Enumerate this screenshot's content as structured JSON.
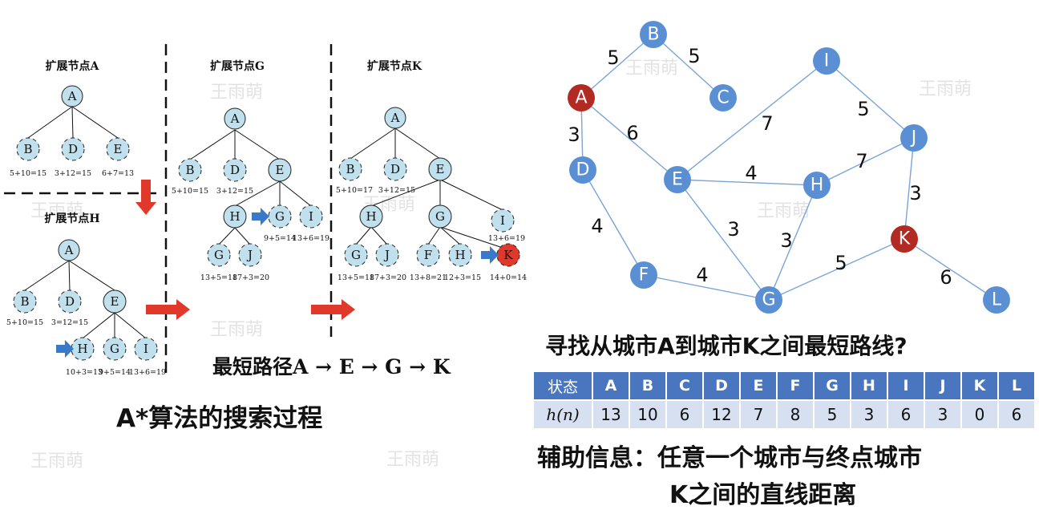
{
  "left_panel": {
    "step_titles": {
      "expand_a": "扩展节点A",
      "expand_h": "扩展节点H",
      "expand_g": "扩展节点G",
      "expand_k": "扩展节点K"
    },
    "trees": {
      "t1": {
        "values": [
          "5+10=15",
          "3+12=15",
          "6+7=13"
        ]
      },
      "t2": {
        "values": [
          "5+10=15",
          "3=12=15",
          "10+3=13",
          "9+5=14",
          "13+6=19"
        ]
      },
      "t3": {
        "values": [
          "5+10=15",
          "3+12=15",
          "9+5=14",
          "13+6=19",
          "13+5=18",
          "17+3=20"
        ]
      },
      "t4": {
        "values": [
          "5+10=17",
          "3+12=15",
          "13+6=19",
          "13+5=18",
          "17+3=20",
          "13+8=21",
          "12+3=15",
          "14+0=14"
        ]
      }
    },
    "shortest_path": "最短路径A → E → G → K",
    "caption": "A*算法的搜索过程"
  },
  "right_panel": {
    "question": "寻找从城市A到城市K之间最短路线?",
    "table": {
      "header_label": "状态",
      "row_label": "h(n)",
      "cities": [
        "A",
        "B",
        "C",
        "D",
        "E",
        "F",
        "G",
        "H",
        "I",
        "J",
        "K",
        "L"
      ],
      "h_values": [
        "13",
        "10",
        "6",
        "12",
        "7",
        "8",
        "5",
        "3",
        "6",
        "3",
        "0",
        "6"
      ]
    },
    "aux_info_line1": "辅助信息：任意一个城市与终点城市",
    "aux_info_line2": "K之间的直线距离"
  },
  "graph": {
    "nodes": [
      "A",
      "B",
      "C",
      "D",
      "E",
      "F",
      "G",
      "H",
      "I",
      "J",
      "K",
      "L"
    ],
    "highlighted": [
      "A",
      "K"
    ],
    "edges": [
      {
        "from": "A",
        "to": "B",
        "weight": "5"
      },
      {
        "from": "B",
        "to": "C",
        "weight": "5"
      },
      {
        "from": "A",
        "to": "D",
        "weight": "3"
      },
      {
        "from": "A",
        "to": "E",
        "weight": "6"
      },
      {
        "from": "D",
        "to": "F",
        "weight": "4"
      },
      {
        "from": "E",
        "to": "I",
        "weight": "7"
      },
      {
        "from": "E",
        "to": "H",
        "weight": "4"
      },
      {
        "from": "E",
        "to": "G",
        "weight": "3"
      },
      {
        "from": "F",
        "to": "G",
        "weight": "4"
      },
      {
        "from": "H",
        "to": "G",
        "weight": "3"
      },
      {
        "from": "H",
        "to": "J",
        "weight": "7"
      },
      {
        "from": "I",
        "to": "J",
        "weight": "5"
      },
      {
        "from": "J",
        "to": "K",
        "weight": "3"
      },
      {
        "from": "G",
        "to": "K",
        "weight": "5"
      },
      {
        "from": "K",
        "to": "L",
        "weight": "6"
      }
    ]
  },
  "watermark": "王雨萌",
  "colors": {
    "graph_node": "#5b8fd4",
    "graph_node_highlight": "#b22a22",
    "tree_node": "#bfe0ec",
    "arrow_red": "#e0382a",
    "arrow_blue": "#3a78c9",
    "table_header": "#4a76c0",
    "table_cell": "#d6e0f0"
  }
}
